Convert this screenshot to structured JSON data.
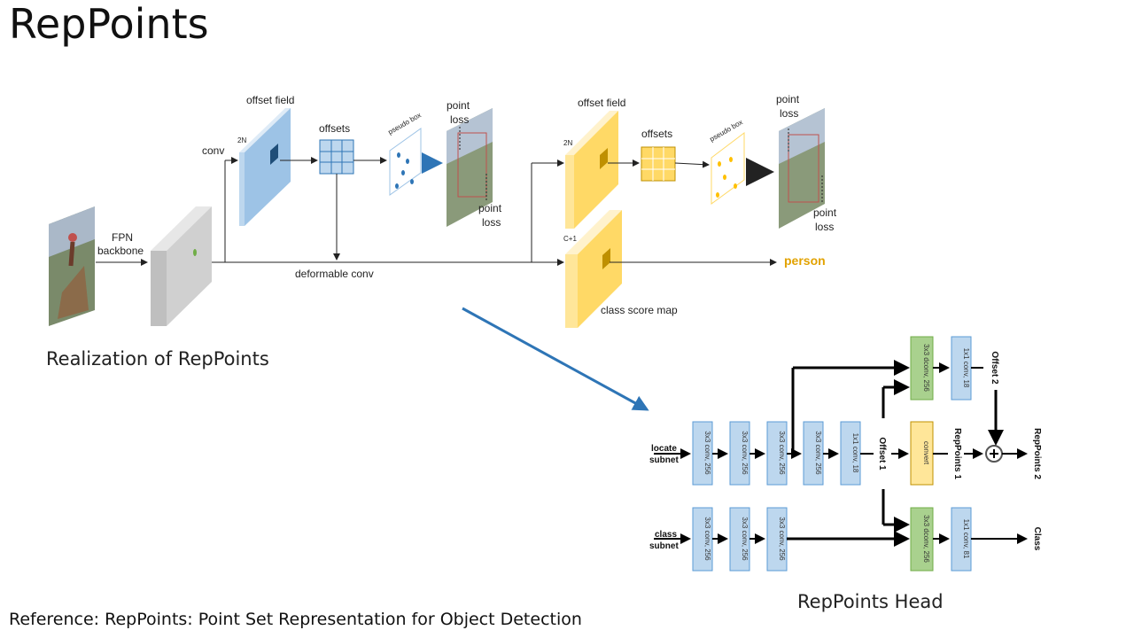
{
  "title": "RepPoints",
  "captions": {
    "realization": "Realization of RepPoints",
    "head": "RepPoints Head"
  },
  "reference": "Reference: RepPoints: Point Set Representation for Object Detection",
  "pipeline": {
    "fpn_label_1": "FPN",
    "fpn_label_2": "backbone",
    "conv": "conv",
    "offset_field_1": "offset field",
    "offset_field_2": "offset field",
    "offsets_1": "offsets",
    "offsets_2": "offsets",
    "channels_2n_1": "2N",
    "channels_2n_2": "2N",
    "channels_c1": "C+1",
    "pseudo_box_1": "pseudo box",
    "pseudo_box_2": "pseudo box",
    "point_loss_a1": "point",
    "point_loss_a2": "loss",
    "point_loss_b1": "point",
    "point_loss_b2": "loss",
    "point_loss_c1": "point",
    "point_loss_c2": "loss",
    "point_loss_d1": "point",
    "point_loss_d2": "loss",
    "deformable_conv": "deformable conv",
    "class_score_map": "class score map",
    "person": "person"
  },
  "head": {
    "locate_subnet_1": "locate",
    "locate_subnet_2": "subnet",
    "class_subnet_1": "class",
    "class_subnet_2": "subnet",
    "conv256": "3x3 conv, 256",
    "conv18": "1x1 conv, 18",
    "dconv256": "3x3 dconv, 256",
    "convert": "convert",
    "conv81": "1x1 conv, 81",
    "offset1": "Offset 1",
    "offset2": "Offset 2",
    "reppoints1": "RepPoints 1",
    "reppoints2": "RepPoints 2",
    "class_out": "Class"
  },
  "colors": {
    "blue_map": "#9dc3e6",
    "yellow_map": "#ffd966",
    "gray_map": "#d9d9d9",
    "arrow_blue": "#2e75b6",
    "arrow_yellow": "#ffc000",
    "person_text": "#e2a200",
    "head_blue": "#bdd7ee",
    "head_green": "#a9d18e",
    "head_yellow": "#ffe699"
  }
}
